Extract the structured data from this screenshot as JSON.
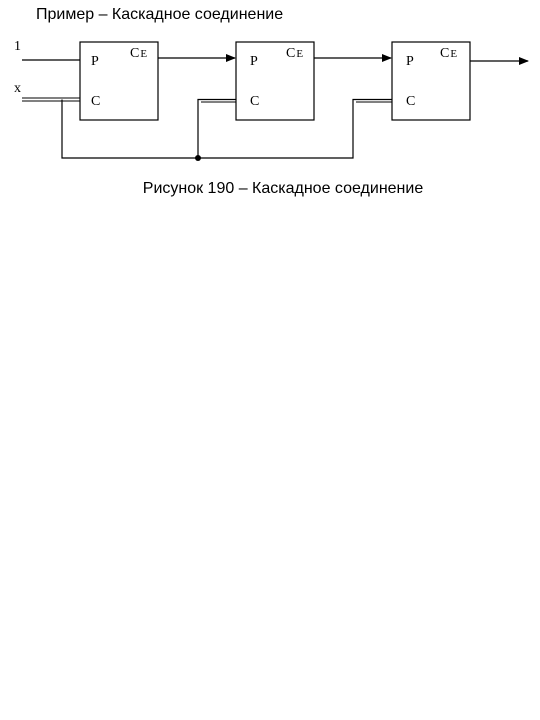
{
  "header": {
    "title": "Пример – Каскадное соединение"
  },
  "figure": {
    "caption": "Рисунок 190 – Каскадное соединение",
    "inputs": [
      "1",
      "x"
    ],
    "blocks": [
      {
        "p_label": "P",
        "c_label": "C",
        "ce_main": "C",
        "ce_sub": "E"
      },
      {
        "p_label": "P",
        "c_label": "C",
        "ce_main": "C",
        "ce_sub": "E"
      },
      {
        "p_label": "P",
        "c_label": "C",
        "ce_main": "C",
        "ce_sub": "E"
      }
    ]
  }
}
